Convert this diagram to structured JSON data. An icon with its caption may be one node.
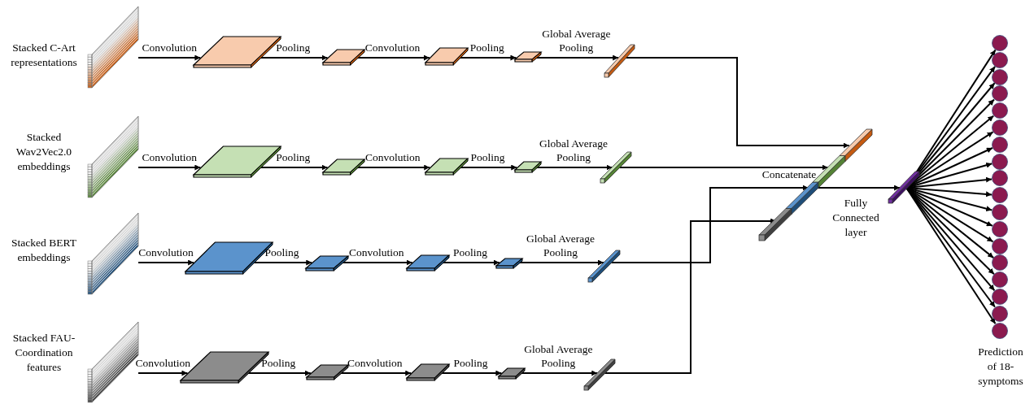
{
  "diagram": {
    "nodes": [
      {
        "text": [],
        "shape": "stack",
        "beside": [
          "Stacked C-Art representations"
        ]
      },
      {
        "text": [],
        "shape": "box"
      },
      {
        "text": [],
        "shape": "box"
      },
      {
        "text": [],
        "shape": "box"
      },
      {
        "text": [],
        "shape": "box"
      },
      {
        "text": [],
        "shape": "bar"
      },
      {
        "text": [],
        "shape": "stack",
        "beside": [
          "Stacked Wav2Vec2.0 embeddings"
        ]
      },
      {
        "text": [],
        "shape": "box"
      },
      {
        "text": [],
        "shape": "box"
      },
      {
        "text": [],
        "shape": "box"
      },
      {
        "text": [],
        "shape": "box"
      },
      {
        "text": [],
        "shape": "bar"
      },
      {
        "text": [],
        "shape": "stack",
        "beside": [
          "Stacked BERT embeddings"
        ]
      },
      {
        "text": [],
        "shape": "box"
      },
      {
        "text": [],
        "shape": "box"
      },
      {
        "text": [],
        "shape": "box"
      },
      {
        "text": [],
        "shape": "box"
      },
      {
        "text": [],
        "shape": "bar"
      },
      {
        "text": [],
        "shape": "stack",
        "beside": [
          "Stacked FAU-Coordination features"
        ]
      },
      {
        "text": [],
        "shape": "box"
      },
      {
        "text": [],
        "shape": "box"
      },
      {
        "text": [],
        "shape": "box"
      },
      {
        "text": [],
        "shape": "box"
      },
      {
        "text": [],
        "shape": "bar"
      },
      {
        "text": [],
        "shape": "bar"
      },
      {
        "text": [],
        "shape": "bar"
      },
      {
        "text": [],
        "shape": "circle"
      },
      {
        "text": [],
        "shape": "circle"
      },
      {
        "text": [],
        "shape": "circle"
      },
      {
        "text": [],
        "shape": "circle"
      },
      {
        "text": [],
        "shape": "circle"
      },
      {
        "text": [],
        "shape": "circle"
      },
      {
        "text": [],
        "shape": "circle"
      },
      {
        "text": [],
        "shape": "circle"
      },
      {
        "text": [],
        "shape": "circle"
      },
      {
        "text": [],
        "shape": "circle"
      },
      {
        "text": [],
        "shape": "circle"
      },
      {
        "text": [],
        "shape": "circle"
      },
      {
        "text": [],
        "shape": "circle"
      },
      {
        "text": [],
        "shape": "circle"
      },
      {
        "text": [],
        "shape": "circle"
      },
      {
        "text": [],
        "shape": "circle"
      },
      {
        "text": [],
        "shape": "circle"
      },
      {
        "text": [],
        "shape": "circle"
      }
    ],
    "edges": [
      {
        "from": 0,
        "to": 1,
        "arrow": "to",
        "label": "Convolution"
      },
      {
        "from": 1,
        "to": 2,
        "arrow": "to",
        "label": "Pooling"
      },
      {
        "from": 2,
        "to": 3,
        "arrow": "to",
        "label": "Convolution"
      },
      {
        "from": 3,
        "to": 4,
        "arrow": "to",
        "label": "Pooling"
      },
      {
        "from": 4,
        "to": 5,
        "arrow": "to",
        "label": "Global Average Pooling"
      },
      {
        "from": 6,
        "to": 7,
        "arrow": "to",
        "label": "Convolution"
      },
      {
        "from": 7,
        "to": 8,
        "arrow": "to",
        "label": "Pooling"
      },
      {
        "from": 8,
        "to": 9,
        "arrow": "to",
        "label": "Convolution"
      },
      {
        "from": 9,
        "to": 10,
        "arrow": "to",
        "label": "Pooling"
      },
      {
        "from": 10,
        "to": 11,
        "arrow": "to",
        "label": "Global Average Pooling"
      },
      {
        "from": 12,
        "to": 13,
        "arrow": "to",
        "label": "Convolution"
      },
      {
        "from": 13,
        "to": 14,
        "arrow": "to",
        "label": "Pooling"
      },
      {
        "from": 14,
        "to": 15,
        "arrow": "to",
        "label": "Convolution"
      },
      {
        "from": 15,
        "to": 16,
        "arrow": "to",
        "label": "Pooling"
      },
      {
        "from": 16,
        "to": 17,
        "arrow": "to",
        "label": "Global Average Pooling"
      },
      {
        "from": 18,
        "to": 19,
        "arrow": "to",
        "label": "Convolution"
      },
      {
        "from": 19,
        "to": 20,
        "arrow": "to",
        "label": "Pooling"
      },
      {
        "from": 20,
        "to": 21,
        "arrow": "to",
        "label": "Convolution"
      },
      {
        "from": 21,
        "to": 22,
        "arrow": "to",
        "label": "Pooling"
      },
      {
        "from": 22,
        "to": 23,
        "arrow": "to",
        "label": "Global Average Pooling"
      },
      {
        "from": 5,
        "to": 24,
        "arrow": "to"
      },
      {
        "from": 11,
        "to": 24,
        "arrow": "to"
      },
      {
        "from": 17,
        "to": 24,
        "arrow": "to"
      },
      {
        "from": 23,
        "to": 24,
        "arrow": "to"
      },
      {
        "from": 24,
        "to": 25,
        "arrow": "to"
      },
      {
        "from": 25,
        "to": 26,
        "arrow": "to"
      },
      {
        "from": 25,
        "to": 27,
        "arrow": "to"
      },
      {
        "from": 25,
        "to": 28,
        "arrow": "to"
      },
      {
        "from": 25,
        "to": 29,
        "arrow": "to"
      },
      {
        "from": 25,
        "to": 30,
        "arrow": "to"
      },
      {
        "from": 25,
        "to": 31,
        "arrow": "to"
      },
      {
        "from": 25,
        "to": 32,
        "arrow": "to"
      },
      {
        "from": 25,
        "to": 33,
        "arrow": "to"
      },
      {
        "from": 25,
        "to": 34,
        "arrow": "to"
      },
      {
        "from": 25,
        "to": 35,
        "arrow": "to"
      },
      {
        "from": 25,
        "to": 36,
        "arrow": "to"
      },
      {
        "from": 25,
        "to": 37,
        "arrow": "to"
      },
      {
        "from": 25,
        "to": 38,
        "arrow": "to"
      },
      {
        "from": 25,
        "to": 39,
        "arrow": "to"
      },
      {
        "from": 25,
        "to": 40,
        "arrow": "to"
      },
      {
        "from": 25,
        "to": 41,
        "arrow": "to"
      },
      {
        "from": 25,
        "to": 42,
        "arrow": "to"
      },
      {
        "from": 25,
        "to": 43,
        "arrow": "to"
      }
    ],
    "labels": [
      "Concatenate",
      "Fully Connected layer",
      "Prediction of 18-symptoms"
    ]
  }
}
